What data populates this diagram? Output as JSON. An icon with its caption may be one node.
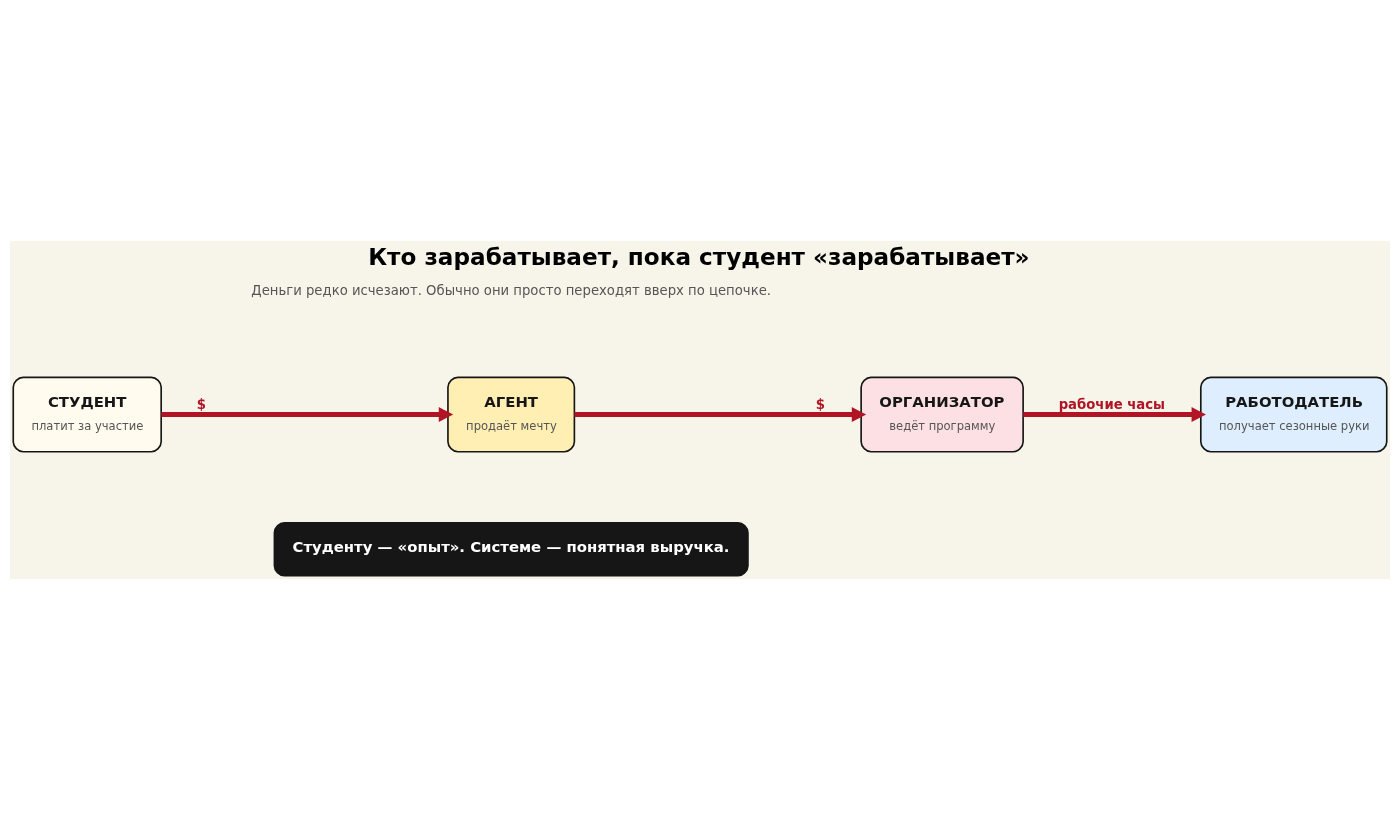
{
  "diagram": {
    "title": "Кто зарабатывает, пока студент «зарабатывает»",
    "nodes": [
      {
        "text": [
          "СТУДЕНТ",
          "платит за участие"
        ]
      },
      {
        "text": [
          "АГЕНТ",
          "продаёт мечту"
        ]
      },
      {
        "text": [
          "ОРГАНИЗАТОР",
          "ведёт программу"
        ]
      },
      {
        "text": [
          "РАБОТОДАТЕЛЬ",
          "получает сезонные руки"
        ]
      },
      {
        "text": [
          "Студенту — «опыт». Системе — понятная выручка."
        ]
      }
    ],
    "edges": [
      {
        "from": 0,
        "to": 1,
        "arrow": "to",
        "label": "$"
      },
      {
        "from": 1,
        "to": 2,
        "arrow": "to",
        "label": "$"
      },
      {
        "from": 2,
        "to": 3,
        "arrow": "to",
        "label": "рабочие часы"
      }
    ],
    "labels": [
      "Деньги редко исчезают. Обычно они просто переходят вверх по цепочке."
    ]
  }
}
